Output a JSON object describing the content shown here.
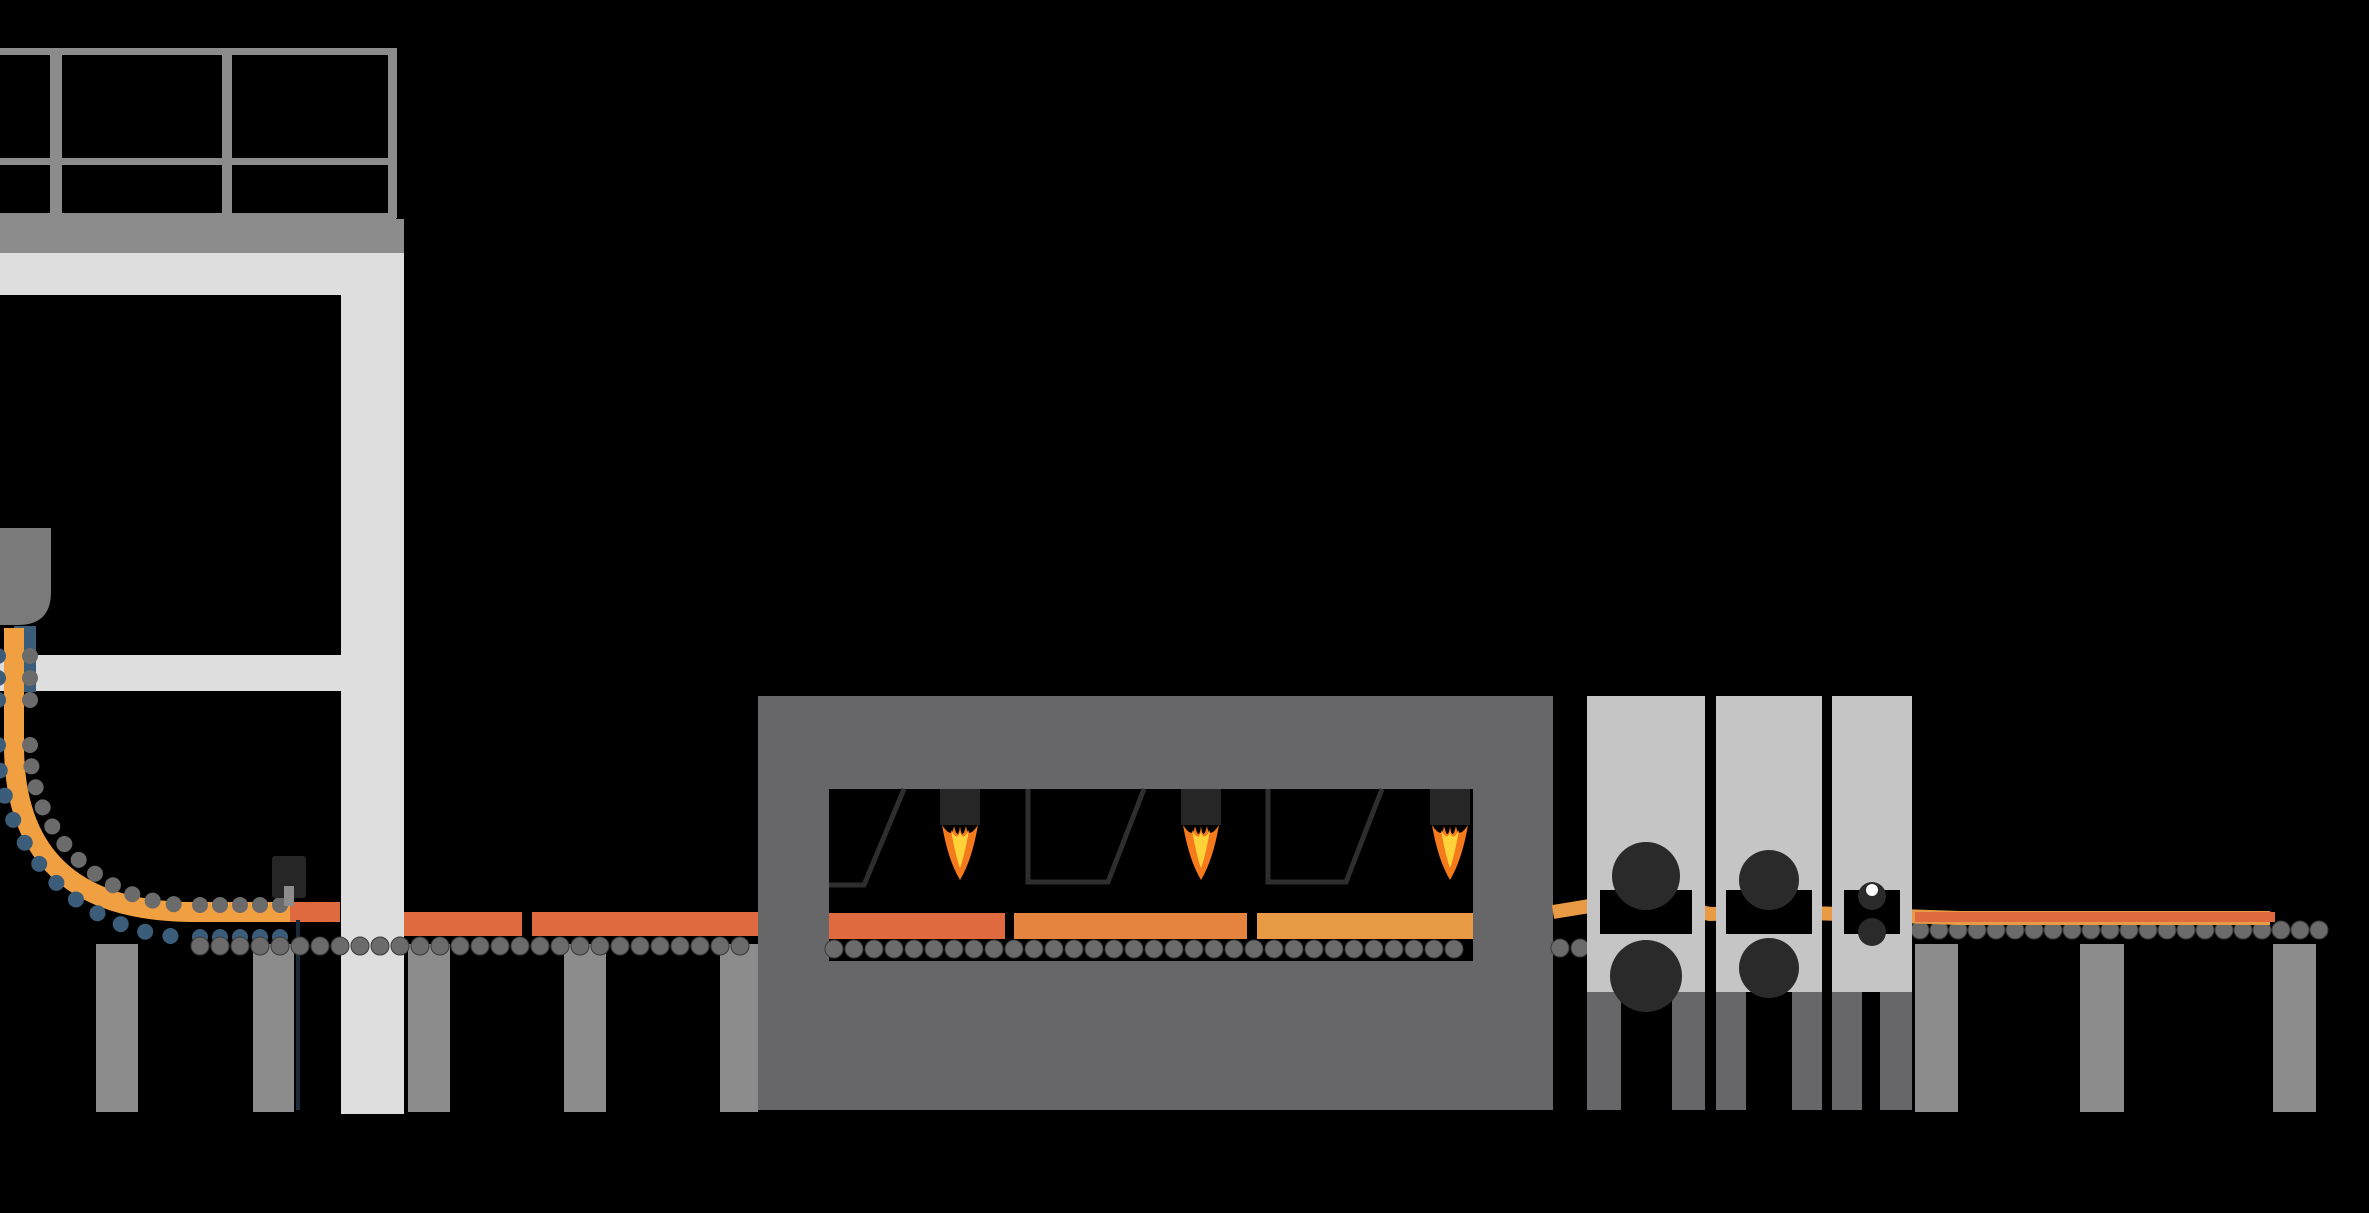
{
  "diagram": {
    "kind": "continuous casting and hot rolling line (illustration, no text)",
    "colors": {
      "background": "#000000",
      "structure_light": "#dedede",
      "structure_gray": "#8c8c8c",
      "furnace_body": "#676669",
      "stand_housing": "#c5c5c5",
      "strand": "#f0a040",
      "hot_slab": "#e06a40",
      "roller": "#6b6b6b",
      "roller_cooling": "#3b5d7a",
      "roll_dark": "#2a2a2a",
      "burner": "#262626",
      "flame_outer": "#f47a1c",
      "flame_inner": "#ffd23a"
    },
    "sections": [
      {
        "id": "caster",
        "label": "",
        "icon": "ladle-tower-icon"
      },
      {
        "id": "slab-cutting",
        "label": "",
        "icon": "torch-cutter-icon"
      },
      {
        "id": "reheating-furnace",
        "label": "",
        "icon": "furnace-icon",
        "burners": 3
      },
      {
        "id": "finishing-mill",
        "label": "",
        "icon": "rolling-stand-icon",
        "stands": 3
      },
      {
        "id": "runout-table",
        "label": "",
        "icon": "conveyor-icon"
      }
    ]
  }
}
